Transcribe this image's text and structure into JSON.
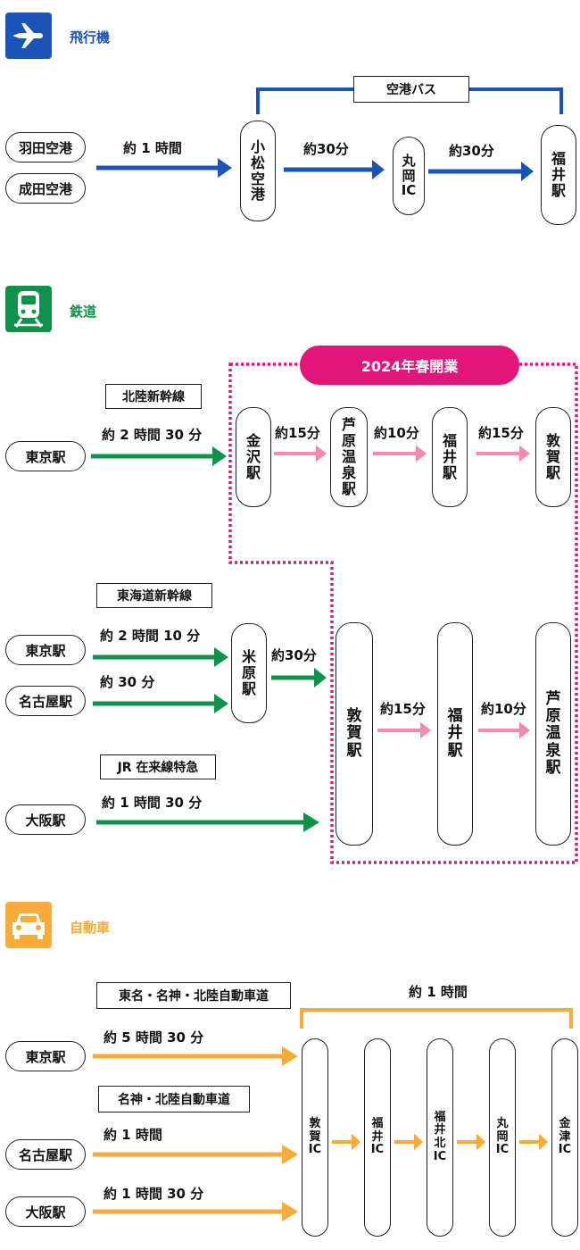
{
  "colors": {
    "plane": "#1a54b8",
    "rail": "#12914a",
    "car": "#f7ab3b",
    "pink": "#f58aaa",
    "magenta": "#e3157a"
  },
  "plane": {
    "icon": "airplane-icon",
    "title": "飛行機",
    "origins": [
      "羽田空港",
      "成田空港"
    ],
    "time_main": "約 1 時間",
    "bus_label": "空港バス",
    "stops": [
      "小松空港",
      "丸岡IC",
      "福井駅"
    ],
    "times": [
      "約30分",
      "約30分"
    ]
  },
  "rail": {
    "icon": "train-icon",
    "title": "鉄道",
    "open_badge": "2024年春開業",
    "hokuriku": {
      "line": "北陸新幹線",
      "origin": "東京駅",
      "time": "約 2 時間 30 分",
      "stops": [
        "金沢駅",
        "芦原温泉駅",
        "福井駅",
        "敦賀駅"
      ],
      "times": [
        "約15分",
        "約10分",
        "約15分"
      ]
    },
    "tokaido": {
      "line": "東海道新幹線",
      "origins": [
        "東京駅",
        "名古屋駅"
      ],
      "times": [
        "約 2 時間 10 分",
        "約 30 分"
      ],
      "transfer": "米原駅",
      "transfer_time": "約30分"
    },
    "limited": {
      "line": "JR 在来線特急",
      "origin": "大阪駅",
      "time": "約 1 時間 30 分"
    },
    "south": {
      "stops": [
        "敦賀駅",
        "福井駅",
        "芦原温泉駅"
      ],
      "times": [
        "約15分",
        "約10分"
      ]
    }
  },
  "car": {
    "icon": "car-icon",
    "title": "自動車",
    "route1": "東名・名神・北陸自動車道",
    "route2": "名神・北陸自動車道",
    "origins": [
      "東京駅",
      "名古屋駅",
      "大阪駅"
    ],
    "times": [
      "約 5 時間 30 分",
      "約 1 時間",
      "約 1 時間 30 分"
    ],
    "span_time": "約 1 時間",
    "ics": [
      "敦賀IC",
      "福井IC",
      "福井北IC",
      "丸岡IC",
      "金津IC"
    ]
  }
}
